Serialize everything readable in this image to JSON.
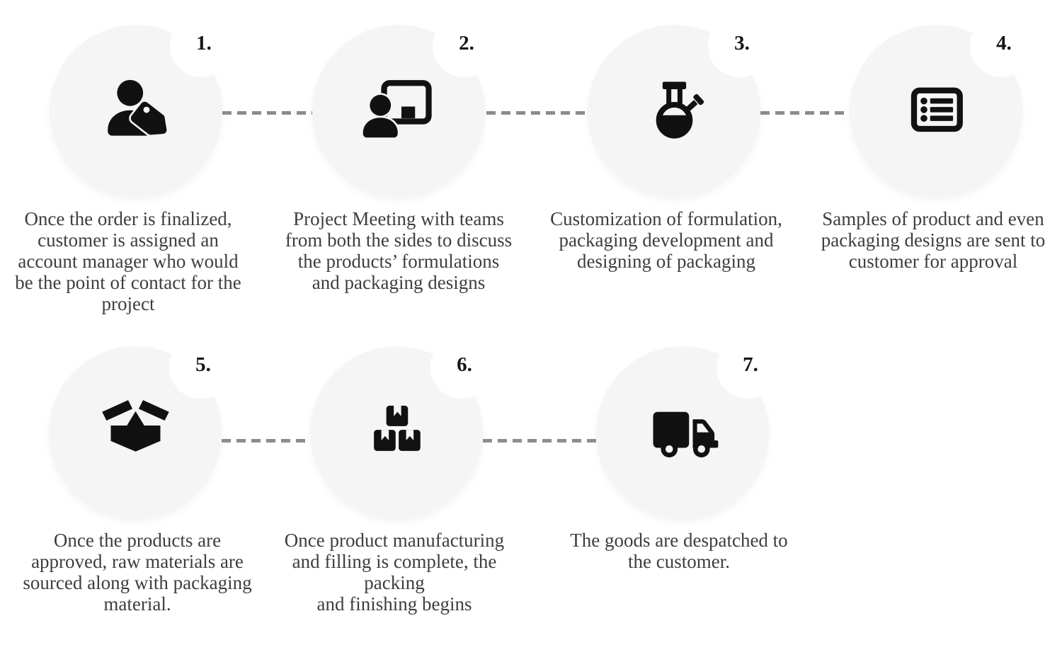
{
  "diagram": {
    "background": "#ffffff",
    "circle_fill": "#f5f5f5",
    "icon_color": "#111111",
    "number_color": "#161616",
    "text_color": "#3e3e3e",
    "connector_color": "#8c8c8c",
    "connector_style": "dashed"
  },
  "steps": [
    {
      "number": "1.",
      "icon": "user-tag-icon",
      "description": "Once the order is finalized,\ncustomer is assigned an\naccount manager who would\nbe the point of contact for the\nproject"
    },
    {
      "number": "2.",
      "icon": "presentation-board-icon",
      "description": "Project Meeting with teams\nfrom both the sides to discuss\nthe products’ formulations\nand packaging designs"
    },
    {
      "number": "3.",
      "icon": "flask-icon",
      "description": "Customization of formulation,\npackaging development and\ndesigning of packaging"
    },
    {
      "number": "4.",
      "icon": "list-icon",
      "description": "Samples of product and even\npackaging designs are sent to\ncustomer for approval"
    },
    {
      "number": "5.",
      "icon": "open-box-icon",
      "description": "Once the products are\napproved, raw materials are\nsourced along with packaging\nmaterial."
    },
    {
      "number": "6.",
      "icon": "stacked-boxes-icon",
      "description": "Once product manufacturing\nand filling is complete, the\npacking\nand finishing begins"
    },
    {
      "number": "7.",
      "icon": "truck-icon",
      "description": "The goods are despatched to\nthe customer."
    }
  ]
}
